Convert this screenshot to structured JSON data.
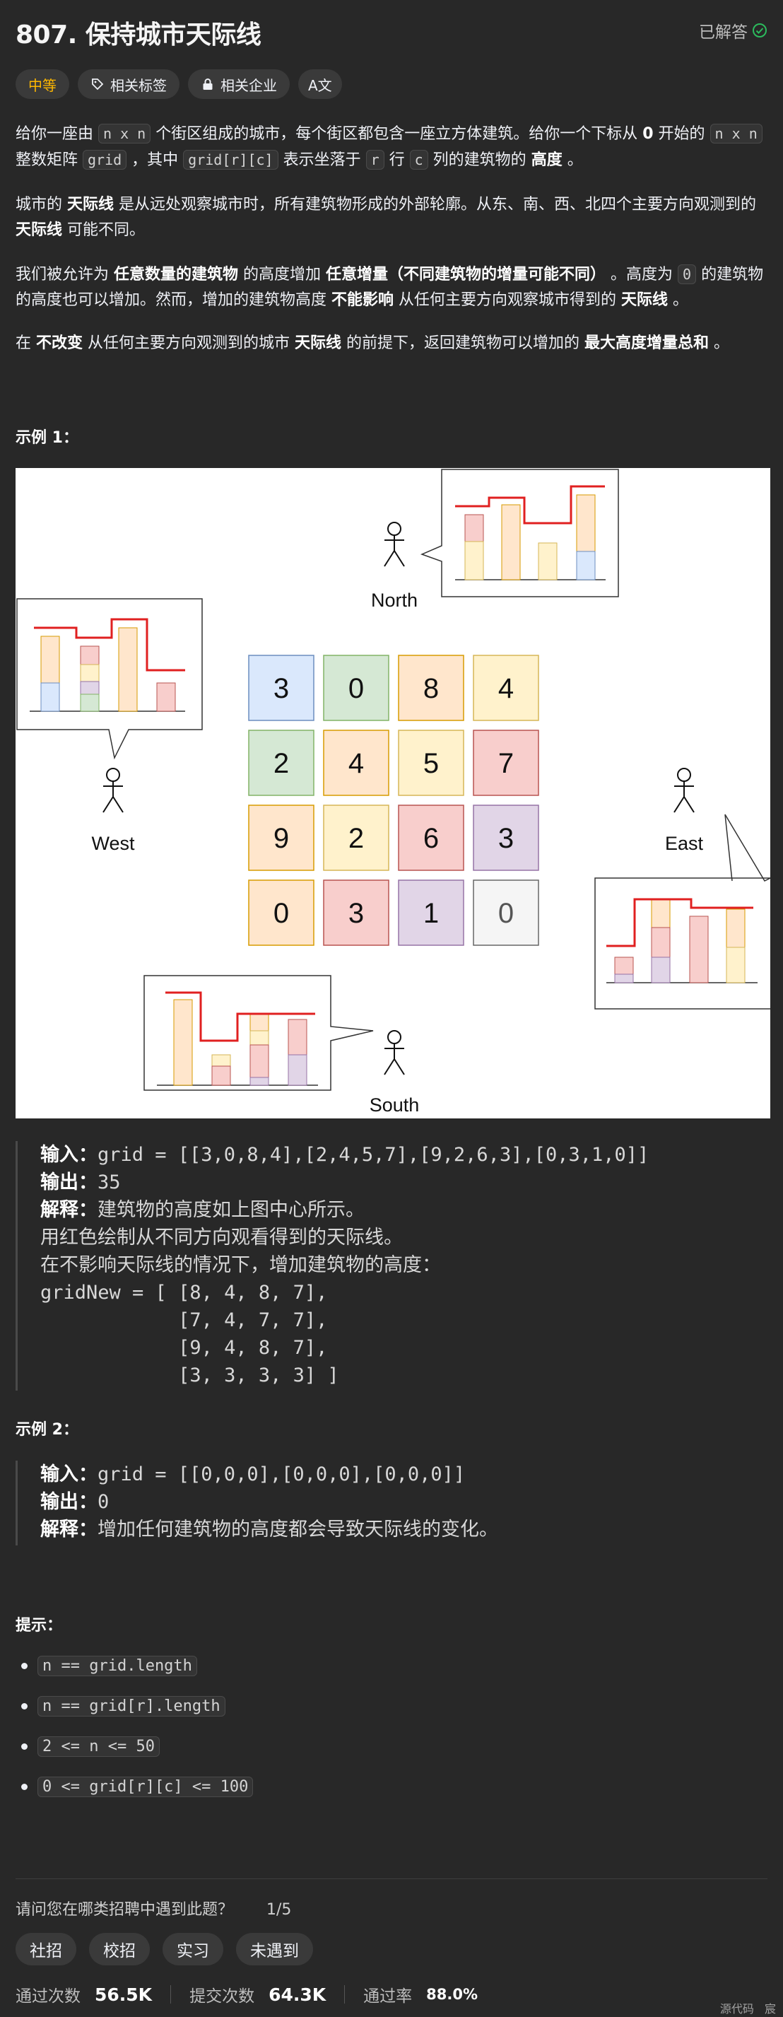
{
  "header": {
    "title": "807. 保持城市天际线",
    "status": "已解答"
  },
  "tags": {
    "difficulty": "中等",
    "topics": "相关标签",
    "companies": "相关企业",
    "translate": "A文"
  },
  "description": {
    "p1": {
      "t1": "给你一座由 ",
      "c1": "n x n",
      "t2": " 个街区组成的城市，每个街区都包含一座立方体建筑。给你一个下标从 ",
      "b1": "0",
      "t3": " 开始的 ",
      "c2": "n x n",
      "t4": " 整数矩阵 ",
      "c3": "grid",
      "t5": " ，其中 ",
      "c4": "grid[r][c]",
      "t6": " 表示坐落于 ",
      "c5": "r",
      "t7": " 行 ",
      "c6": "c",
      "t8": " 列的建筑物的 ",
      "b2": "高度",
      "t9": " 。"
    },
    "p2": {
      "t1": "城市的 ",
      "b1": "天际线",
      "t2": " 是从远处观察城市时，所有建筑物形成的外部轮廓。从东、南、西、北四个主要方向观测到的 ",
      "b2": "天际线",
      "t3": " 可能不同。"
    },
    "p3": {
      "t1": "我们被允许为 ",
      "b1": "任意数量的建筑物",
      "t2": " 的高度增加 ",
      "b2": "任意增量（不同建筑物的增量可能不同）",
      "t3": " 。高度为 ",
      "c1": "0",
      "t4": " 的建筑物的高度也可以增加。然而，增加的建筑物高度 ",
      "b3": "不能影响",
      "t5": " 从任何主要方向观察城市得到的 ",
      "b4": "天际线",
      "t6": " 。"
    },
    "p4": {
      "t1": "在 ",
      "b1": "不改变",
      "t2": " 从任何主要方向观测到的城市 ",
      "b2": "天际线",
      "t3": " 的前提下，返回建筑物可以增加的 ",
      "b3": "最大高度增量总和",
      "t4": " 。"
    }
  },
  "example1": {
    "heading": "示例 1：",
    "figure": {
      "north": "North",
      "south": "South",
      "west": "West",
      "east": "East",
      "grid": [
        [
          "3",
          "0",
          "8",
          "4"
        ],
        [
          "2",
          "4",
          "5",
          "7"
        ],
        [
          "9",
          "2",
          "6",
          "3"
        ],
        [
          "0",
          "3",
          "1",
          "0"
        ]
      ]
    },
    "input_label": "输入：",
    "input": "grid = [[3,0,8,4],[2,4,5,7],[9,2,6,3],[0,3,1,0]]",
    "output_label": "输出：",
    "output": "35",
    "explain_label": "解释：",
    "explain": "建筑物的高度如上图中心所示。",
    "line2": "用红色绘制从不同方向观看得到的天际线。",
    "line3": "在不影响天际线的情况下，增加建筑物的高度：",
    "code1": "gridNew = [ [8, 4, 8, 7],",
    "code2": "            [7, 4, 7, 7],",
    "code3": "            [9, 4, 8, 7],",
    "code4": "            [3, 3, 3, 3] ]"
  },
  "example2": {
    "heading": "示例 2：",
    "input_label": "输入：",
    "input": "grid = [[0,0,0],[0,0,0],[0,0,0]]",
    "output_label": "输出：",
    "output": "0",
    "explain_label": "解释：",
    "explain": "增加任何建筑物的高度都会导致天际线的变化。"
  },
  "hints": {
    "heading": "提示：",
    "items": [
      "n == grid.length",
      "n == grid[r].length",
      "2 <= n <= 50",
      "0 <= grid[r][c] <= 100"
    ]
  },
  "survey": {
    "question": "请问您在哪类招聘中遇到此题？",
    "counter": "1/5",
    "options": [
      "社招",
      "校招",
      "实习",
      "未遇到"
    ]
  },
  "stats": {
    "accepted_label": "通过次数",
    "accepted": "56.5K",
    "submissions_label": "提交次数",
    "submissions": "64.3K",
    "rate_label": "通过率",
    "rate": "88.0%"
  },
  "footer": {
    "source": "源代码",
    "extra": "宸"
  },
  "colors": {
    "difficulty": "#ffb800",
    "solved_check": "#2cbb5d",
    "skyline": "#e02020"
  }
}
